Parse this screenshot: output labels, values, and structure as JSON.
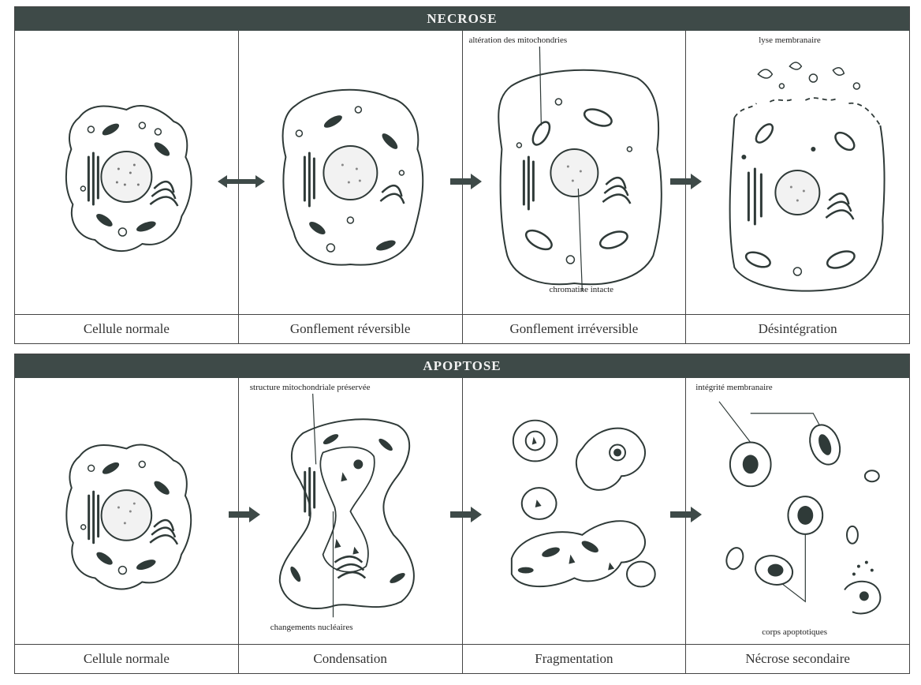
{
  "necrose": {
    "title": "NECROSE",
    "panels": [
      {
        "caption": "Cellule normale"
      },
      {
        "caption": "Gonflement réversible"
      },
      {
        "caption": "Gonflement irréversible",
        "label_top": "altération des mitochondries",
        "label_bottom": "chromatine intacte"
      },
      {
        "caption": "Désintégration",
        "label_top": "lyse membranaire"
      }
    ]
  },
  "apoptose": {
    "title": "APOPTOSE",
    "panels": [
      {
        "caption": "Cellule normale"
      },
      {
        "caption": "Condensation",
        "label_top": "structure mitochondriale préservée",
        "label_bottom": "changements nucléaires"
      },
      {
        "caption": "Fragmentation"
      },
      {
        "caption": "Nécrose secondaire",
        "label_top": "intégrité membranaire",
        "label_bottom": "corps apoptotiques"
      }
    ]
  },
  "colors": {
    "banner": "#3e4a48",
    "ink": "#2f3a38",
    "arrow": "#3e4a48"
  }
}
